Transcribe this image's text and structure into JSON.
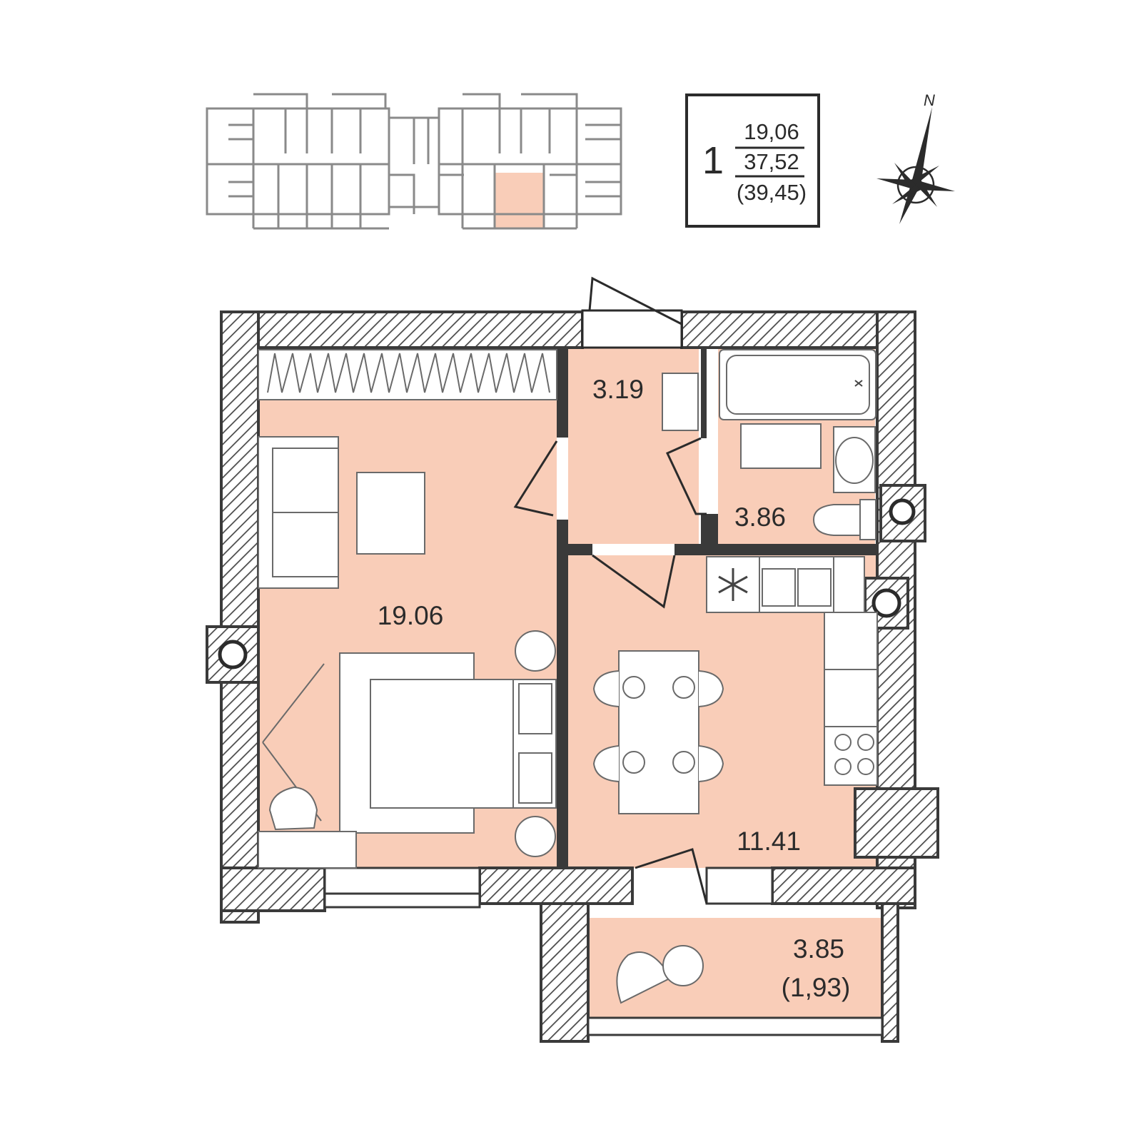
{
  "apartment": {
    "rooms_count": "1",
    "living_area": "19,06",
    "total_area": "37,52",
    "area_with_balcony": "(39,45)"
  },
  "compass": {
    "north_label": "N"
  },
  "rooms": [
    {
      "id": "living",
      "label": "19.06"
    },
    {
      "id": "hallway",
      "label": "3.19"
    },
    {
      "id": "bathroom",
      "label": "3.86"
    },
    {
      "id": "kitchen",
      "label": "11.41"
    },
    {
      "id": "balcony",
      "label": "3.85",
      "sublabel": "(1,93)"
    }
  ],
  "colors": {
    "room_fill": "#f9cdb8",
    "wall_stroke": "#3a3a3a",
    "keyplan_line": "#8a8a8a",
    "keyplan_highlight": "#f9cdb8",
    "text": "#2b2b2b"
  }
}
